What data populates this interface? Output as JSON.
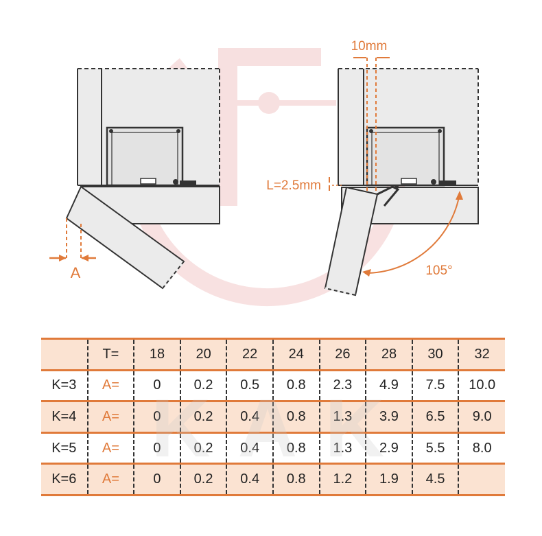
{
  "colors": {
    "accent": "#e07a3a",
    "line": "#333333",
    "fill": "#ebebeb",
    "row_shade": "#fbe3d2",
    "watermark": "#f6d9d9"
  },
  "watermark_text": "KAK",
  "left_diagram": {
    "dimension_label": "A"
  },
  "right_diagram": {
    "gap_label": "10mm",
    "overlay_label": "L=2.5mm",
    "angle_label": "105°"
  },
  "table": {
    "header": [
      "",
      "T=",
      "18",
      "20",
      "22",
      "24",
      "26",
      "28",
      "30",
      "32"
    ],
    "rows": [
      {
        "k": "K=3",
        "a": "A=",
        "values": [
          "0",
          "0.2",
          "0.5",
          "0.8",
          "2.3",
          "4.9",
          "7.5",
          "10.0"
        ]
      },
      {
        "k": "K=4",
        "a": "A=",
        "values": [
          "0",
          "0.2",
          "0.4",
          "0.8",
          "1.3",
          "3.9",
          "6.5",
          "9.0"
        ]
      },
      {
        "k": "K=5",
        "a": "A=",
        "values": [
          "0",
          "0.2",
          "0.4",
          "0.8",
          "1.3",
          "2.9",
          "5.5",
          "8.0"
        ]
      },
      {
        "k": "K=6",
        "a": "A=",
        "values": [
          "0",
          "0.2",
          "0.4",
          "0.8",
          "1.2",
          "1.9",
          "4.5",
          ""
        ]
      }
    ]
  }
}
